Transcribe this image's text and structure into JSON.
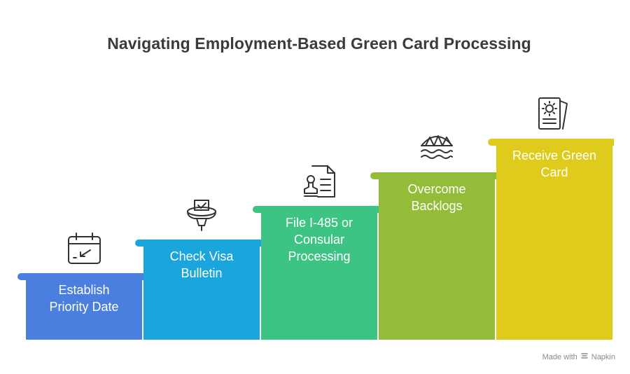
{
  "title": "Navigating Employment-Based Green Card Processing",
  "steps": [
    {
      "label": "Establish Priority Date",
      "color": "#4a7fe0",
      "icon": "calendar-icon"
    },
    {
      "label": "Check Visa Bulletin",
      "color": "#1aa6dc",
      "icon": "ballot-box-icon"
    },
    {
      "label": "File I-485 or Consular Processing",
      "color": "#3dc485",
      "icon": "document-stamp-icon"
    },
    {
      "label": "Overcome Backlogs",
      "color": "#93bc38",
      "icon": "bridge-water-icon"
    },
    {
      "label": "Receive Green Card",
      "color": "#dfcb1b",
      "icon": "card-sun-icon"
    }
  ],
  "footer": {
    "made_with": "Made with",
    "brand": "Napkin"
  }
}
